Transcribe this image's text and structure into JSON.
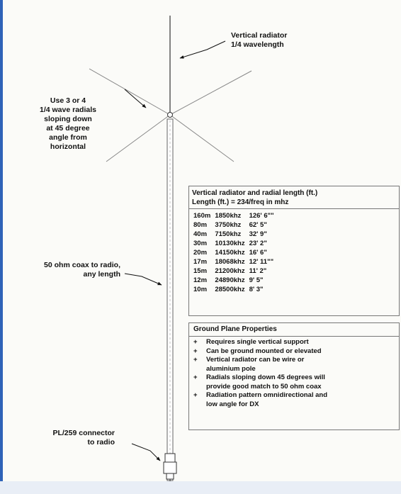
{
  "labels": {
    "vertical_radiator": "Vertical radiator\n1/4 wavelength",
    "radials": "Use 3 or 4\n1/4 wave radials\nsloping down\nat 45 degree\nangle from\nhorizontal",
    "coax": "50 ohm coax to radio,\nany length",
    "connector": "PL/259 connector\nto radio"
  },
  "length_table": {
    "title": "Vertical radiator and radial length (ft.)",
    "formula": "Length (ft.) = 234/freq in mhz",
    "rows": [
      [
        "160m",
        "1850khz",
        "126' 6\"\""
      ],
      [
        "80m",
        "3750khz",
        "62' 5\""
      ],
      [
        "40m",
        "7150khz",
        "32' 9\""
      ],
      [
        "30m",
        "10130khz",
        "23' 2\""
      ],
      [
        "20m",
        "14150khz",
        "16' 6\""
      ],
      [
        "17m",
        "18068khz",
        "12' 11\"\""
      ],
      [
        "15m",
        "21200khz",
        "11' 2\""
      ],
      [
        "12m",
        "24890khz",
        "9' 5\""
      ],
      [
        "10m",
        "28500khz",
        "8' 3\""
      ]
    ]
  },
  "ground_plane": {
    "title": "Ground Plane Properties",
    "bullet": "+",
    "items": [
      "Requires single vertical support",
      "Can be ground mounted or elevated",
      "Vertical radiator can be wire or\naluminium pole",
      "Radials sloping down 45 degrees will\nprovide good match to 50 ohm coax",
      "Radiation pattern omnidirectional and\nlow angle for DX"
    ]
  }
}
